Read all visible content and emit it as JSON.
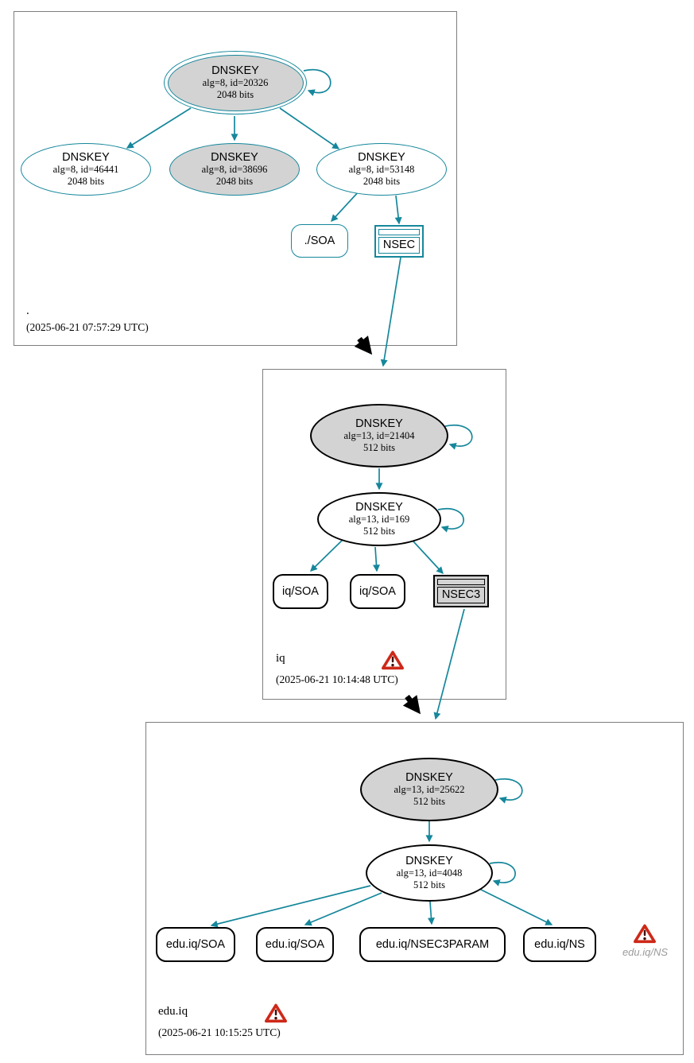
{
  "diagram_type": "dnssec-authentication-chain",
  "colors": {
    "secure_teal": "#15879b",
    "node_fill_gray": "#d3d3d3",
    "node_border_black": "#000000",
    "zone_box_border": "#7e7e7e",
    "warning_red": "#ce2819",
    "warning_label_gray": "#9a9a9a"
  },
  "icons": {
    "warning": "warning-triangle-icon"
  },
  "zones": [
    {
      "name": ".",
      "timestamp": "(2025-06-21 07:57:29 UTC)",
      "keys": [
        {
          "title": "DNSKEY",
          "params": "alg=8, id=20326",
          "size": "2048 bits"
        },
        {
          "title": "DNSKEY",
          "params": "alg=8, id=46441",
          "size": "2048 bits"
        },
        {
          "title": "DNSKEY",
          "params": "alg=8, id=38696",
          "size": "2048 bits"
        },
        {
          "title": "DNSKEY",
          "params": "alg=8, id=53148",
          "size": "2048 bits"
        }
      ],
      "rrsets": [
        "./SOA"
      ],
      "proof": "NSEC"
    },
    {
      "name": "iq",
      "timestamp": "(2025-06-21 10:14:48 UTC)",
      "has_warning": true,
      "keys": [
        {
          "title": "DNSKEY",
          "params": "alg=13, id=21404",
          "size": "512 bits"
        },
        {
          "title": "DNSKEY",
          "params": "alg=13, id=169",
          "size": "512 bits"
        }
      ],
      "rrsets": [
        "iq/SOA",
        "iq/SOA"
      ],
      "proof": "NSEC3"
    },
    {
      "name": "edu.iq",
      "timestamp": "(2025-06-21 10:15:25 UTC)",
      "has_warning": true,
      "keys": [
        {
          "title": "DNSKEY",
          "params": "alg=13, id=25622",
          "size": "512 bits"
        },
        {
          "title": "DNSKEY",
          "params": "alg=13, id=4048",
          "size": "512 bits"
        }
      ],
      "rrsets": [
        "edu.iq/SOA",
        "edu.iq/SOA",
        "edu.iq/NSEC3PARAM",
        "edu.iq/NS"
      ],
      "warning_rrset": "edu.iq/NS"
    }
  ]
}
